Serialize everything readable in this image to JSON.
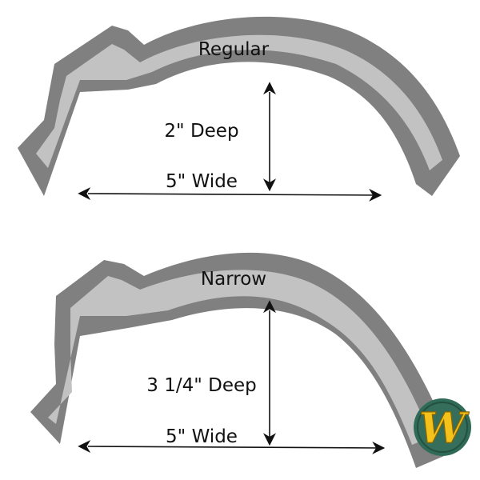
{
  "colors": {
    "outer": "#808080",
    "inner": "#c2c2c2",
    "text": "#111111",
    "logo_ring": "#2f6b58",
    "logo_fill": "#f4c21a"
  },
  "profiles": [
    {
      "name": "Regular",
      "depth_label": "2\" Deep",
      "width_label": "5\" Wide"
    },
    {
      "name": "Narrow",
      "depth_label": "3 1/4\" Deep",
      "width_label": "5\" Wide"
    }
  ],
  "logo": {
    "icon": "w-logo-icon",
    "letter": "W"
  }
}
